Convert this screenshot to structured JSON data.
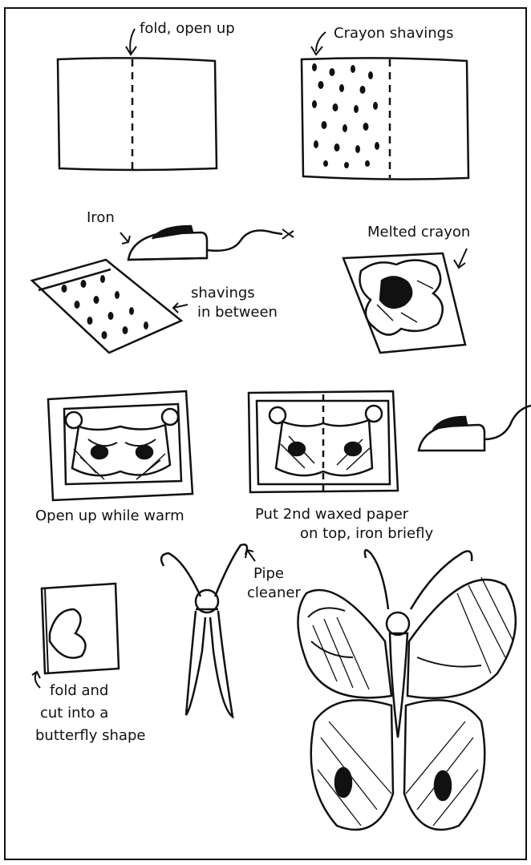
{
  "colors": {
    "ink": "#111111",
    "paper": "#ffffff"
  },
  "labels": {
    "fold_open_up": "fold, open up",
    "crayon_shavings": "Crayon shavings",
    "iron": "Iron",
    "shavings_line1": "shavings",
    "shavings_line2": "in between",
    "melted_crayon": "Melted crayon",
    "open_up_warm": "Open up while warm",
    "put_2nd_line1": "Put 2nd waxed paper",
    "put_2nd_line2": "on top, iron briefly",
    "pipe_line1": "Pipe",
    "pipe_line2": "cleaner",
    "fold_cut_line1": "fold and",
    "fold_cut_line2": "cut into a",
    "fold_cut_line3": "butterfly shape"
  },
  "icons": [
    "folded-paper-icon",
    "crayon-dots-icon",
    "iron-icon",
    "clothespin-icon",
    "butterfly-icon"
  ]
}
